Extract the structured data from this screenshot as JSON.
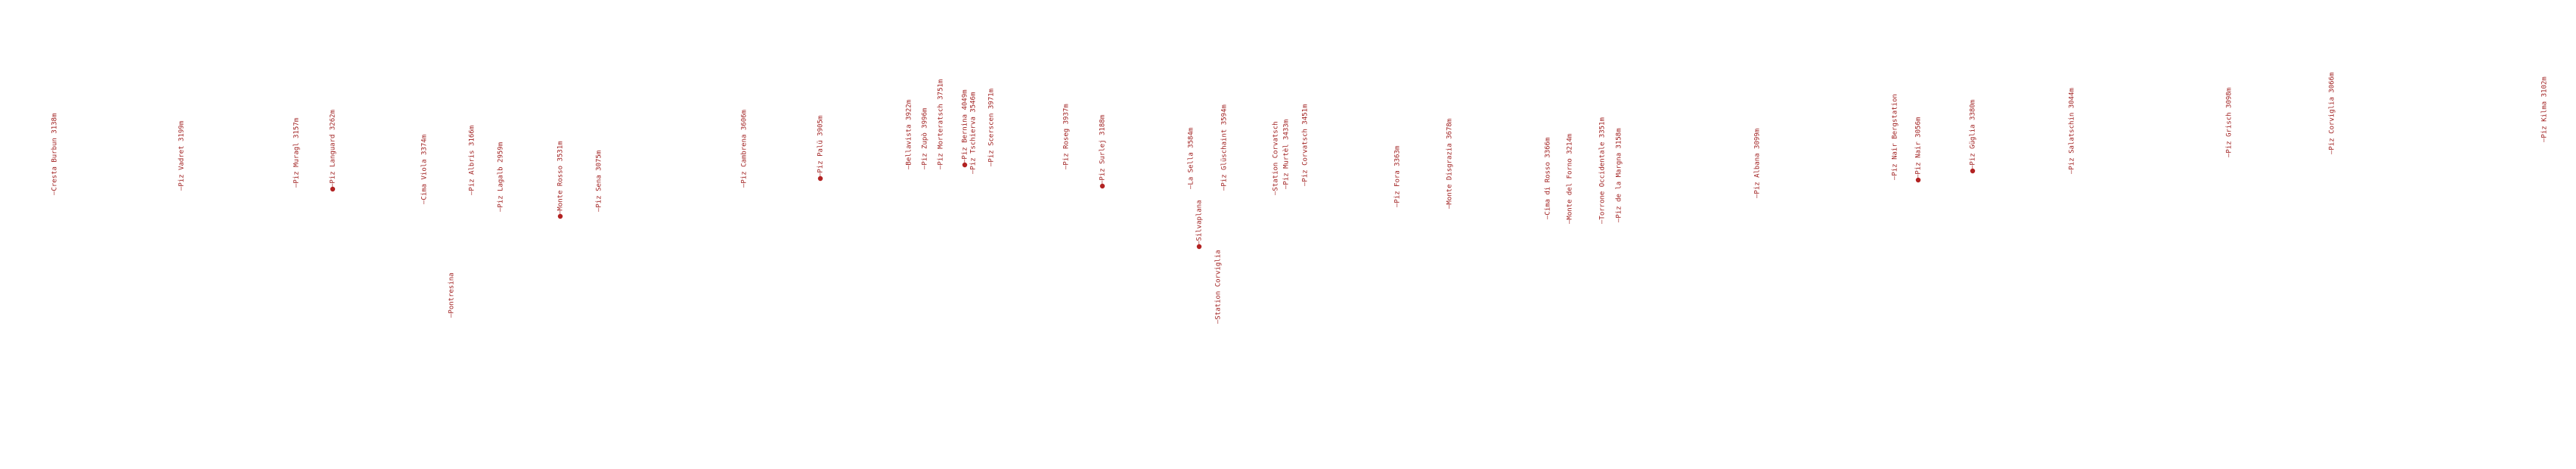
{
  "style": {
    "label_color": "#9e1b1b",
    "marker_color": "#b22222"
  },
  "labels": [
    {
      "text": "Cresta Burbun 3138m",
      "marker": false
    },
    {
      "text": "Piz Vadret 3199m",
      "marker": false
    },
    {
      "text": "Piz Muragl 3157m",
      "marker": false
    },
    {
      "text": "Piz Languard 3262m",
      "marker": true
    },
    {
      "text": "Cima Viola 3374m",
      "marker": false
    },
    {
      "text": "Pontresina",
      "marker": false
    },
    {
      "text": "Piz Albris 3166m",
      "marker": false
    },
    {
      "text": "Piz Lagalb 2959m",
      "marker": false
    },
    {
      "text": "Monte Rosso 3531m",
      "marker": true
    },
    {
      "text": "Piz Sena 3075m",
      "marker": false
    },
    {
      "text": "Piz Cambrena 3606m",
      "marker": false
    },
    {
      "text": "Piz Palü 3905m",
      "marker": true
    },
    {
      "text": "Bellavista 3922m",
      "marker": false
    },
    {
      "text": "Piz Zupò 3996m",
      "marker": false
    },
    {
      "text": "Piz Morteratsch 3751m",
      "marker": false
    },
    {
      "text": "Piz Bernina 4049m",
      "marker": true
    },
    {
      "text": "Piz Tschierva 3546m",
      "marker": false
    },
    {
      "text": "Piz Scerscen 3971m",
      "marker": false
    },
    {
      "text": "Piz Roseg 3937m",
      "marker": false
    },
    {
      "text": "Piz Surlej 3188m",
      "marker": true
    },
    {
      "text": "La Sella 3584m",
      "marker": false
    },
    {
      "text": "Silvaplana",
      "marker": true
    },
    {
      "text": "Station Corviglia",
      "marker": false
    },
    {
      "text": "Piz Glüschaint 3594m",
      "marker": false
    },
    {
      "text": "Station Corvatsch",
      "marker": false
    },
    {
      "text": "Piz Murtèl 3433m",
      "marker": false
    },
    {
      "text": "Piz Corvatsch 3451m",
      "marker": false
    },
    {
      "text": "Piz Fora 3363m",
      "marker": false
    },
    {
      "text": "Monte Disgrazia 3678m",
      "marker": false
    },
    {
      "text": "Cima di Rosso 3366m",
      "marker": false
    },
    {
      "text": "Monte del Forno 3214m",
      "marker": false
    },
    {
      "text": "Torrone Occidentale 3351m",
      "marker": false
    },
    {
      "text": "Piz de la Margna 3158m",
      "marker": false
    },
    {
      "text": "Piz Albana 3099m",
      "marker": false
    },
    {
      "text": "Piz Nair Bergstation",
      "marker": false
    },
    {
      "text": "Piz Nair 3056m",
      "marker": true
    },
    {
      "text": "Piz Güglia 3380m",
      "marker": true
    },
    {
      "text": "Piz Salatschin 3044m",
      "marker": false
    },
    {
      "text": "Piz Grisch 3098m",
      "marker": false
    },
    {
      "text": "Piz Corviglia 3066m",
      "marker": false
    },
    {
      "text": "Piz Kilma 3102m",
      "marker": false
    }
  ]
}
